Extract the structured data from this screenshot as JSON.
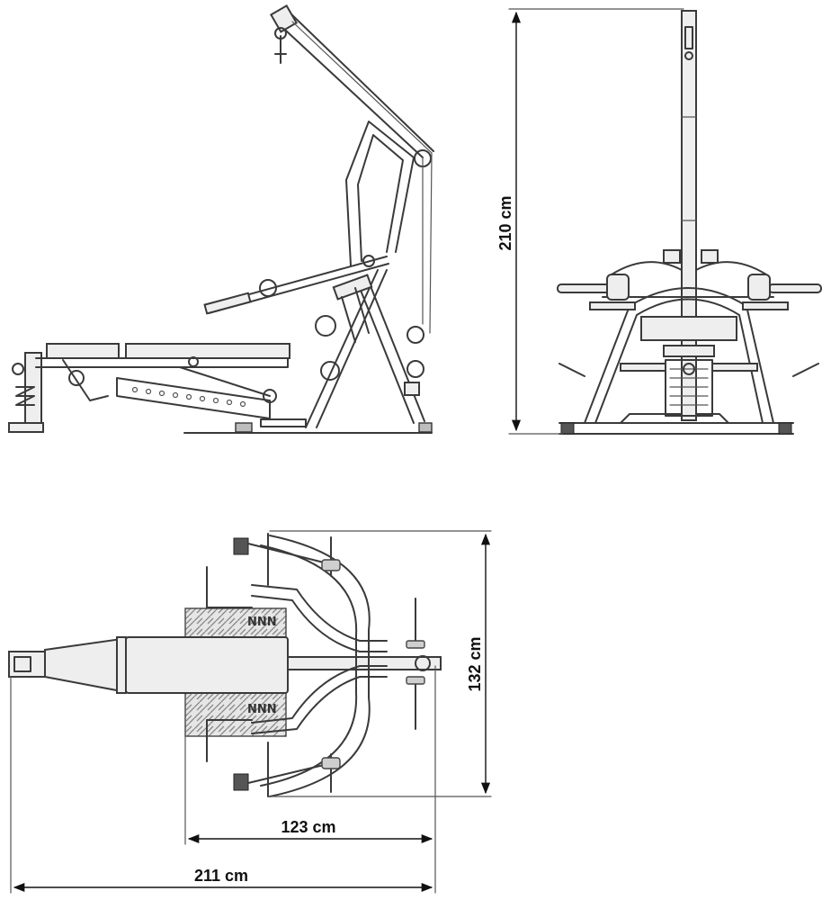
{
  "dimensions": {
    "height": "210 cm",
    "depth": "132 cm",
    "base_length": "123 cm",
    "total_length": "211 cm"
  },
  "colors": {
    "line": "#3a3a3a",
    "pad_fill": "#eeeeee",
    "background": "#ffffff"
  },
  "views": [
    "side-view",
    "front-view",
    "top-view"
  ]
}
